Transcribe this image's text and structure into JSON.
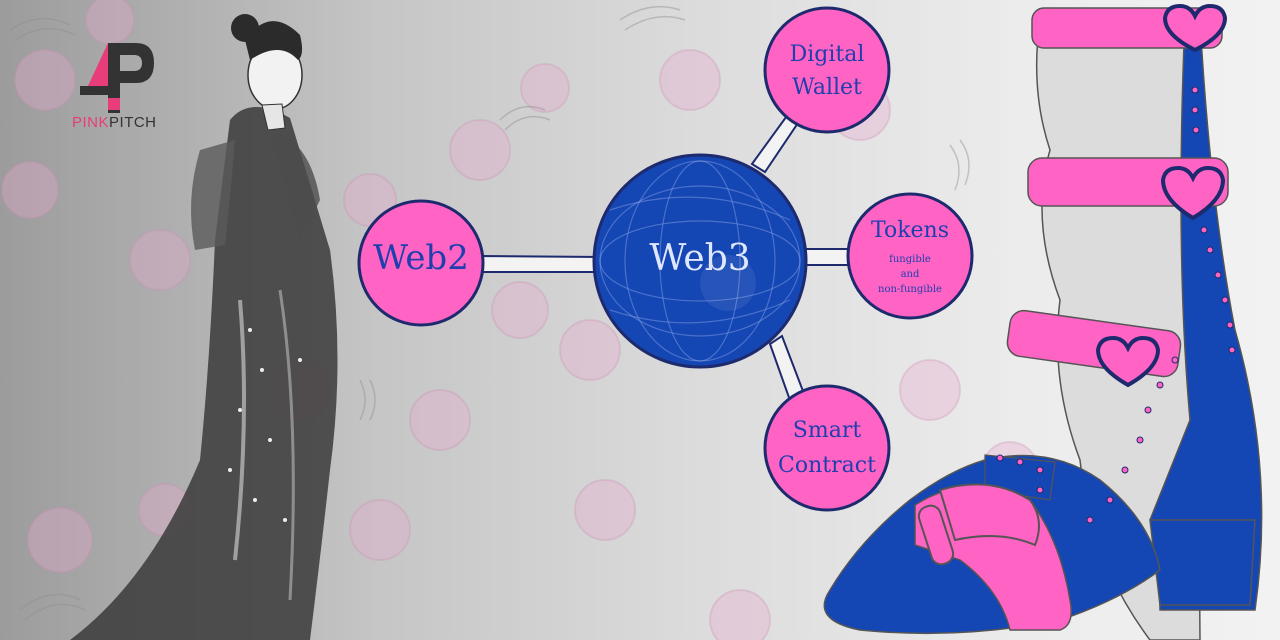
{
  "brand": {
    "logo_part1": "PINK",
    "logo_part2": "PITCH"
  },
  "colors": {
    "pink": "#ff63c3",
    "blue": "#1446b4",
    "outline": "#1e2a6e",
    "text_blue": "#1f3fae"
  },
  "diagram": {
    "center": {
      "label": "Web3"
    },
    "nodes": {
      "web2": {
        "label": "Web2"
      },
      "wallet": {
        "line1": "Digital",
        "line2": "Wallet"
      },
      "tokens": {
        "title": "Tokens",
        "sub1": "fungible",
        "sub2": "and",
        "sub3": "non-fungible"
      },
      "contract": {
        "line1": "Smart",
        "line2": "Contract"
      }
    }
  }
}
